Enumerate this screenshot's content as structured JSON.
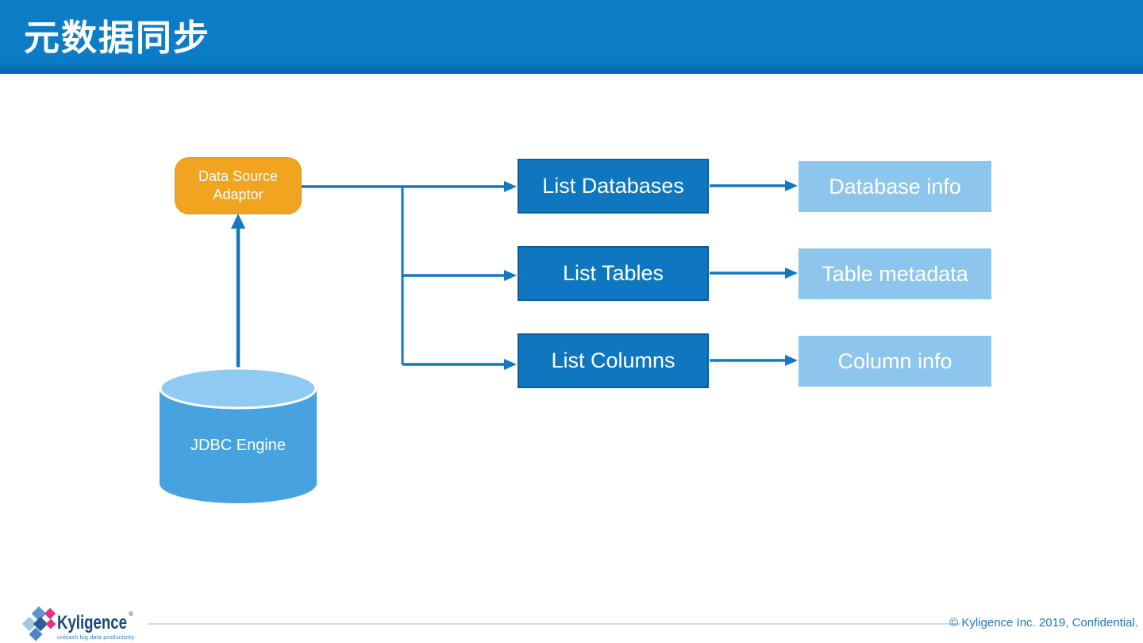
{
  "header": {
    "title": "元数据同步"
  },
  "diagram": {
    "adaptor": {
      "line1": "Data Source",
      "line2": "Adaptor"
    },
    "engine_label": "JDBC Engine",
    "rows": [
      {
        "action": "List Databases",
        "result": "Database info"
      },
      {
        "action": "List Tables",
        "result": "Table metadata"
      },
      {
        "action": "List Columns",
        "result": "Column info"
      }
    ]
  },
  "footer": {
    "brand": "Kyligence",
    "registered_mark": "®",
    "tagline": "unleash big data productivity",
    "copyright": "© Kyligence Inc. 2019, Confidential."
  },
  "colors": {
    "header_blue": "#0d7cc7",
    "action_box_blue": "#0e77c0",
    "action_box_border": "#0a5d9c",
    "result_box_blue": "#8dc6ed",
    "adaptor_orange": "#f0a41f",
    "cylinder_body_blue": "#47a3e0",
    "cylinder_top_blue": "#8ecaf2",
    "arrow_blue": "#1377c2",
    "copyright_blue": "#1b78be",
    "brand_navy": "#17497e",
    "brand_pink": "#e63181",
    "footer_line_gray": "#d8d8d8"
  }
}
